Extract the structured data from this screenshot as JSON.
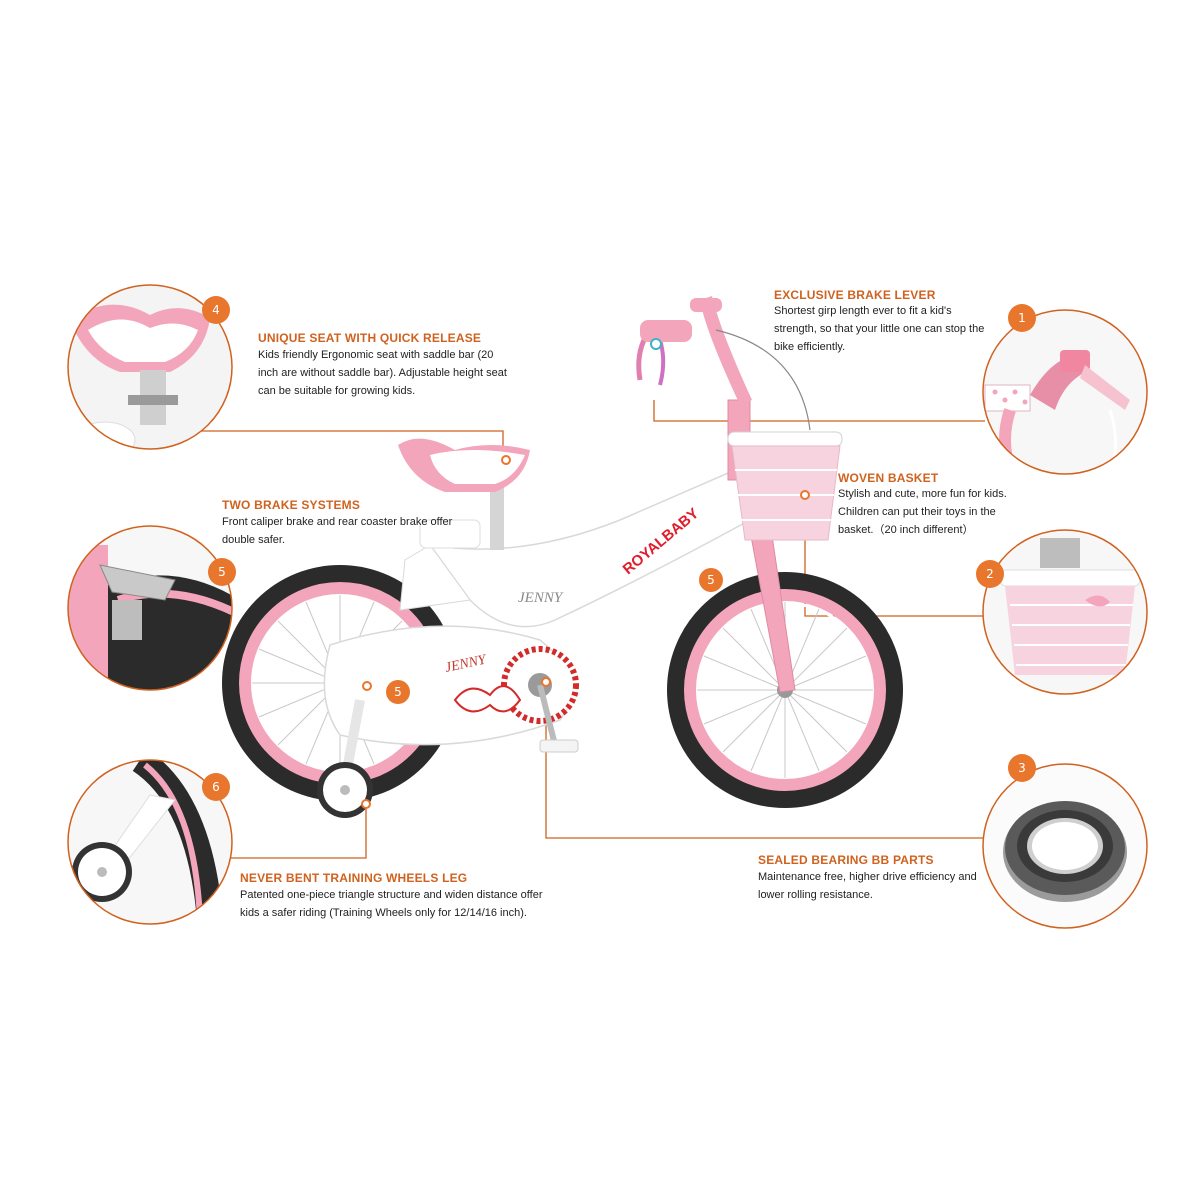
{
  "features": {
    "seat": {
      "badge": "4",
      "title": "UNIQUE SEAT WITH QUICK RELEASE",
      "desc": "Kids friendly Ergonomic seat with saddle bar (20 inch are without saddle bar). Adjustable height seat can be suitable for growing kids."
    },
    "brakes": {
      "badge": "5",
      "title": "TWO BRAKE SYSTEMS",
      "desc": "Front caliper brake and rear coaster brake offer double safer."
    },
    "training": {
      "badge": "6",
      "title": "NEVER BENT TRAINING WHEELS LEG",
      "desc": "Patented one-piece triangle structure and widen distance offer kids a safer riding (Training Wheels only for 12/14/16 inch)."
    },
    "lever": {
      "badge": "1",
      "title": "EXCLUSIVE BRAKE LEVER",
      "desc": "Shortest girp length ever to fit a kid's strength, so that your little one can stop the bike efficiently."
    },
    "basket": {
      "badge": "2",
      "title": "WOVEN BASKET",
      "desc": "Stylish and cute, more fun for kids. Children can put their toys in the basket.（20 inch different）"
    },
    "bearing": {
      "badge": "3",
      "title": "SEALED BEARING BB PARTS",
      "desc": "Maintenance free, higher drive efficiency and lower rolling resistance."
    }
  },
  "bike": {
    "frame_brand": "ROYALBABY",
    "model_top": "JENNY",
    "model_guard": "JENNY",
    "badge_front": "5",
    "badge_guard": "5"
  },
  "colors": {
    "accent": "#e8762c",
    "line": "#d0621f",
    "pink": "#f3a6bb",
    "frame": "#ffffff",
    "tire": "#2b2b2b"
  }
}
